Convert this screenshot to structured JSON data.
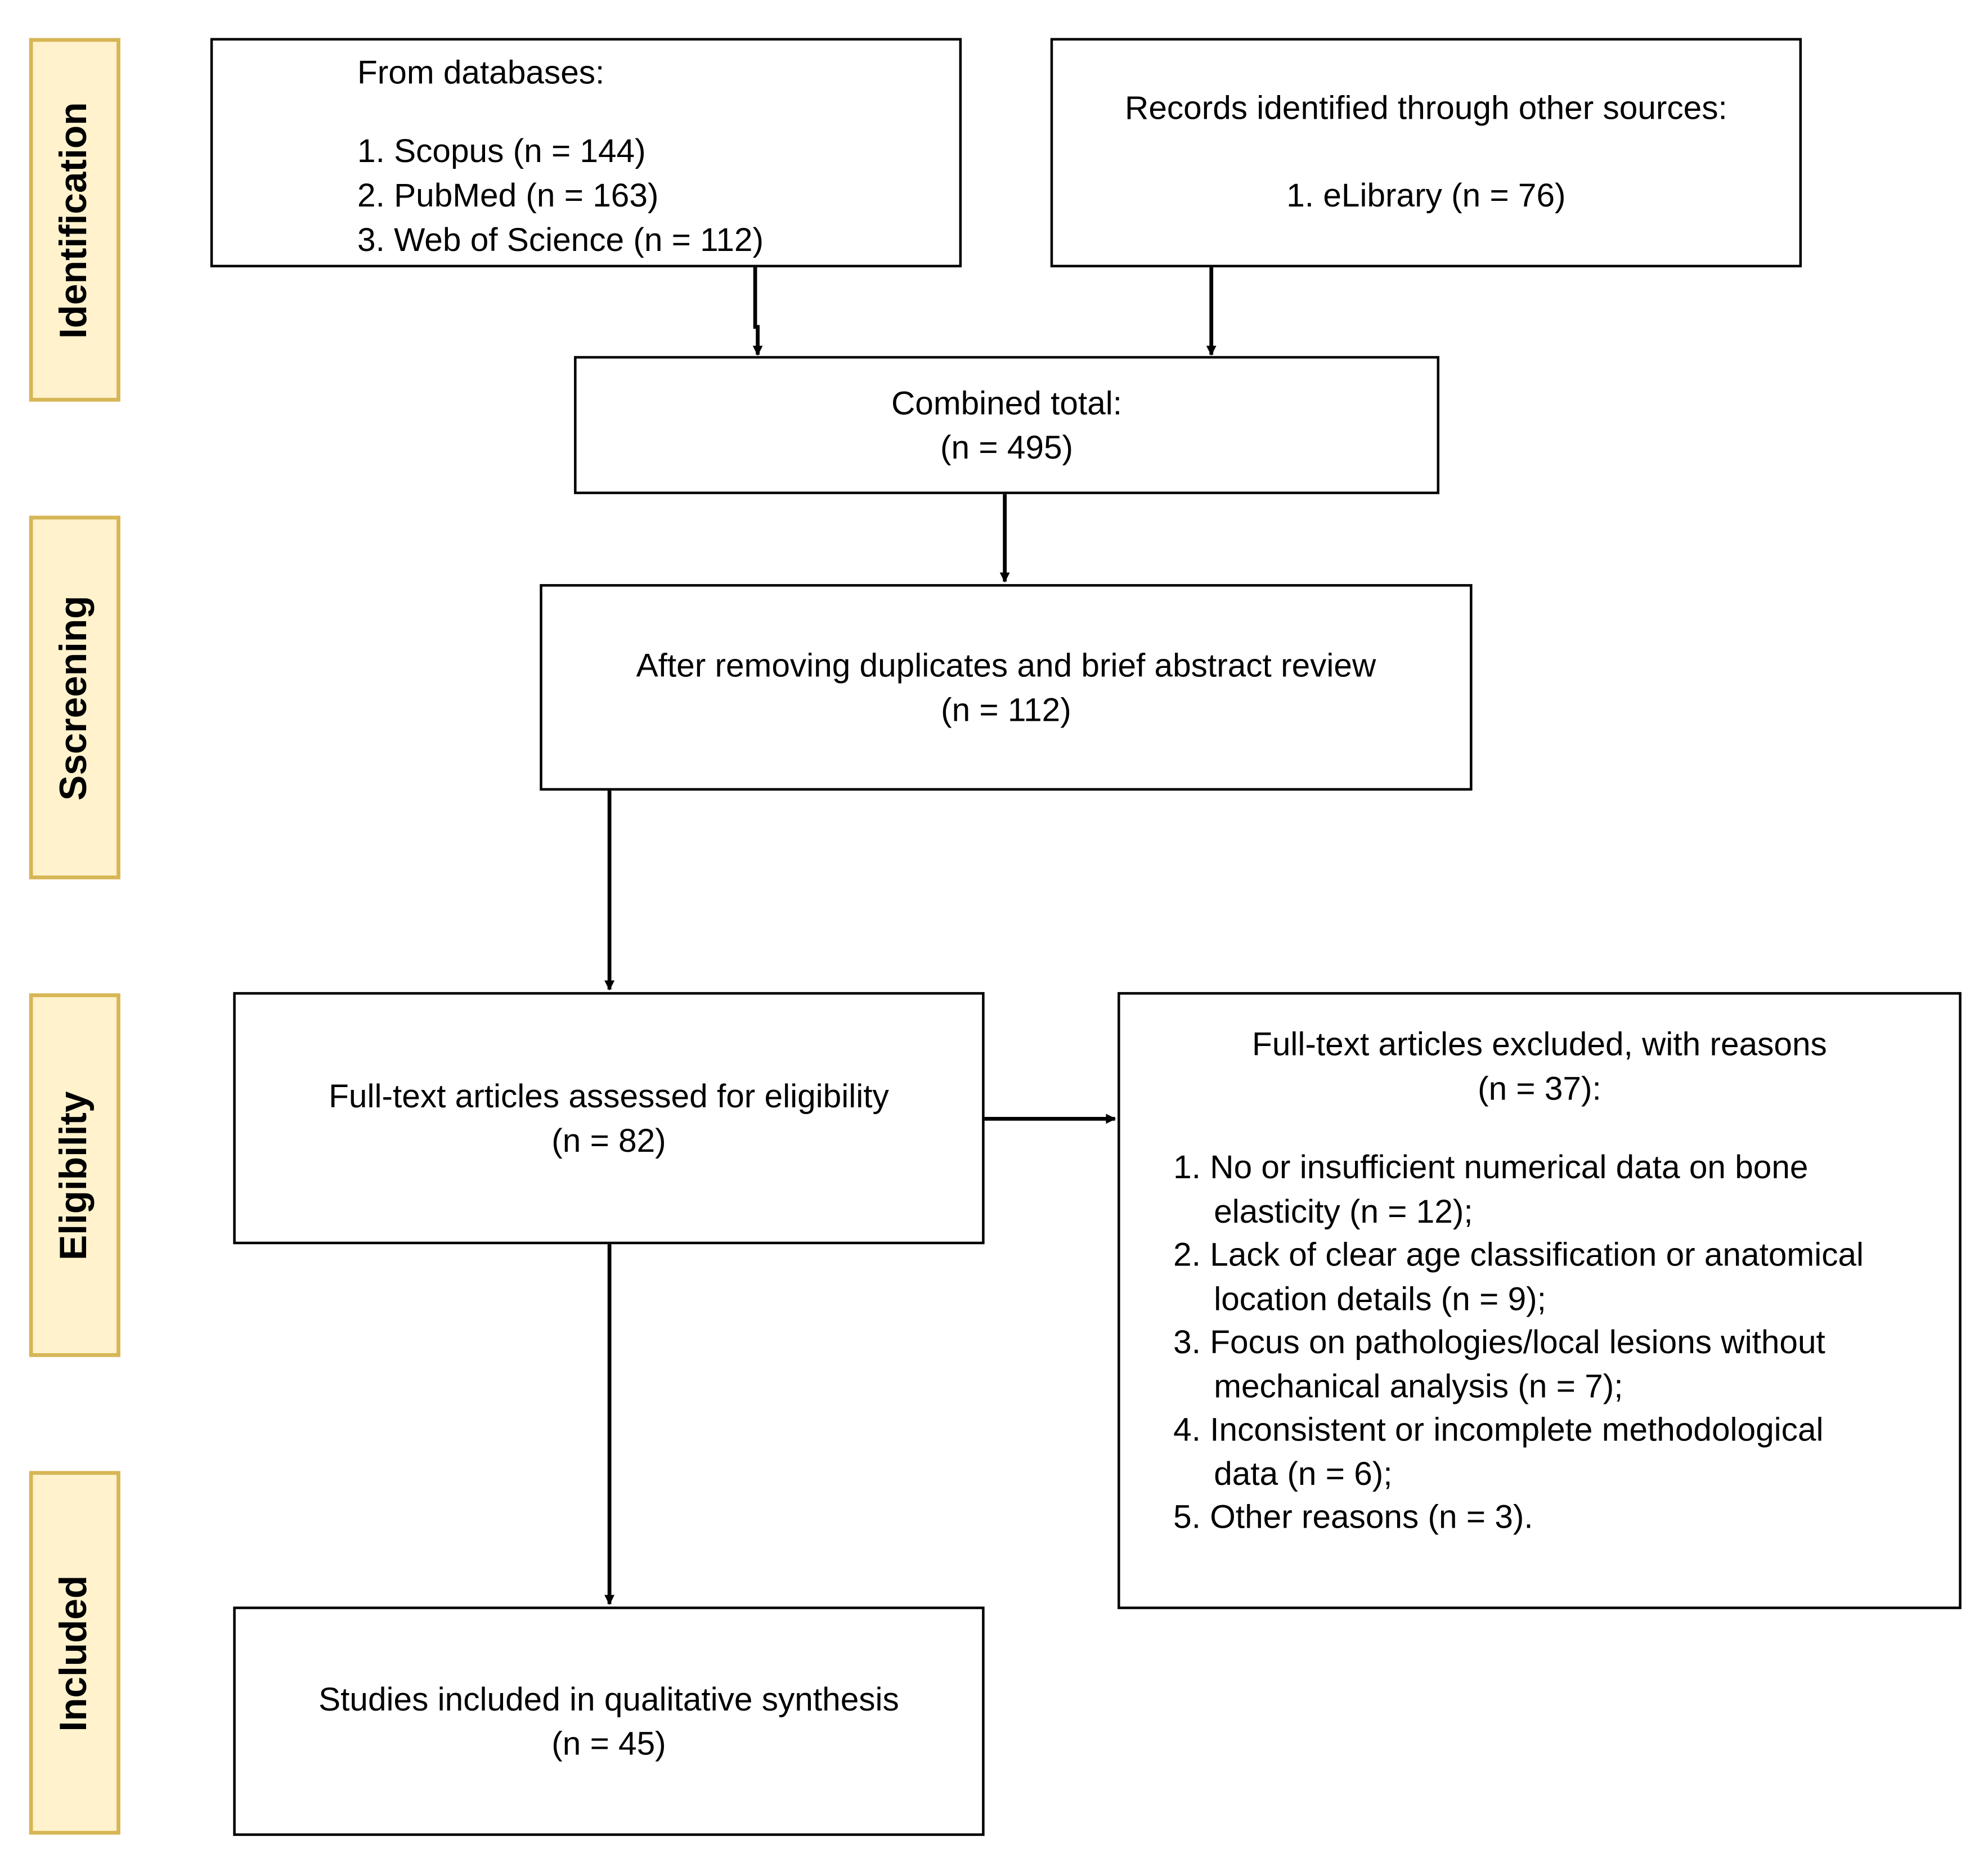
{
  "phases": {
    "identification": "Identification",
    "screening": "Sscreening",
    "eligibility": "Eligibility",
    "included": "Included"
  },
  "databases": {
    "heading": "From databases:",
    "items": [
      "1. Scopus (n = 144)",
      "2. PubMed (n = 163)",
      "3. Web of Science (n = 112)"
    ]
  },
  "other_sources": {
    "heading": "Records identified through other sources:",
    "items": [
      "1. eLibrary (n = 76)"
    ]
  },
  "combined": {
    "label": "Combined total:",
    "count": "(n = 495)"
  },
  "screening_box": {
    "label": "After removing duplicates and brief abstract review",
    "count": "(n = 112)"
  },
  "eligibility_box": {
    "label": "Full-text articles assessed for eligibility",
    "count": "(n = 82)"
  },
  "excluded": {
    "heading": "Full-text articles excluded, with reasons",
    "count": "(n = 37):",
    "reasons": [
      {
        "num": "1.",
        "line1": "No or insufficient numerical data on bone",
        "line2": "elasticity (n = 12);"
      },
      {
        "num": "2.",
        "line1": "Lack of clear age classification or anatomical",
        "line2": "location details (n = 9);"
      },
      {
        "num": "3.",
        "line1": "Focus on pathologies/local lesions without",
        "line2": "mechanical analysis (n = 7);"
      },
      {
        "num": "4.",
        "line1": "Inconsistent or incomplete methodological",
        "line2": "data (n = 6);"
      },
      {
        "num": "5.",
        "line1": "Other reasons (n = 3).",
        "line2": ""
      }
    ]
  },
  "included_box": {
    "label": "Studies included in qualitative synthesis",
    "count": "(n = 45)"
  },
  "colors": {
    "phase_fill": "#fff2cc",
    "phase_border": "#d6b656",
    "box_border": "#000000"
  }
}
